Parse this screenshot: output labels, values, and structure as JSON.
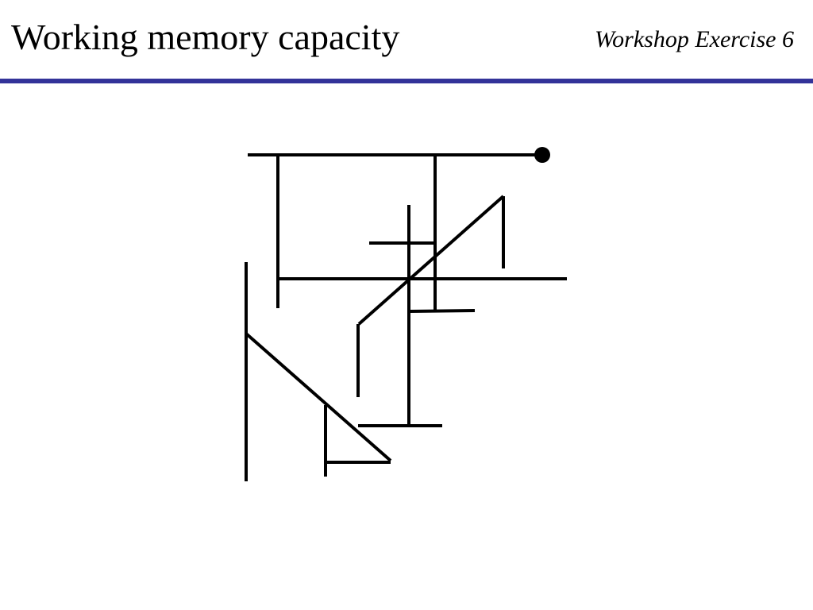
{
  "header": {
    "title": "Working memory capacity",
    "subtitle": "Workshop Exercise 6",
    "rule_color": "#333399"
  },
  "figure": {
    "stroke_color": "#000000",
    "end_marker": "filled-circle"
  }
}
